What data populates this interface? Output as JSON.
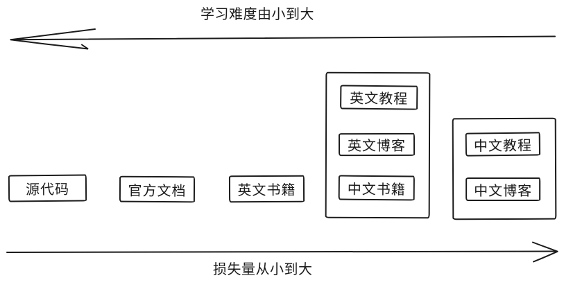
{
  "diagram": {
    "background": "#ffffff",
    "stroke_color": "#1b1b1b",
    "top_axis": {
      "label": "学习难度由小到大",
      "direction": "left"
    },
    "bottom_axis": {
      "label": "损失量从小到大",
      "direction": "right"
    },
    "boxes": [
      {
        "label": "源代码"
      },
      {
        "label": "官方文档"
      },
      {
        "label": "英文书籍"
      }
    ],
    "groups": [
      {
        "items": [
          {
            "label": "英文教程"
          },
          {
            "label": "英文博客"
          },
          {
            "label": "中文书籍"
          }
        ]
      },
      {
        "items": [
          {
            "label": "中文教程"
          },
          {
            "label": "中文博客"
          }
        ]
      }
    ]
  }
}
